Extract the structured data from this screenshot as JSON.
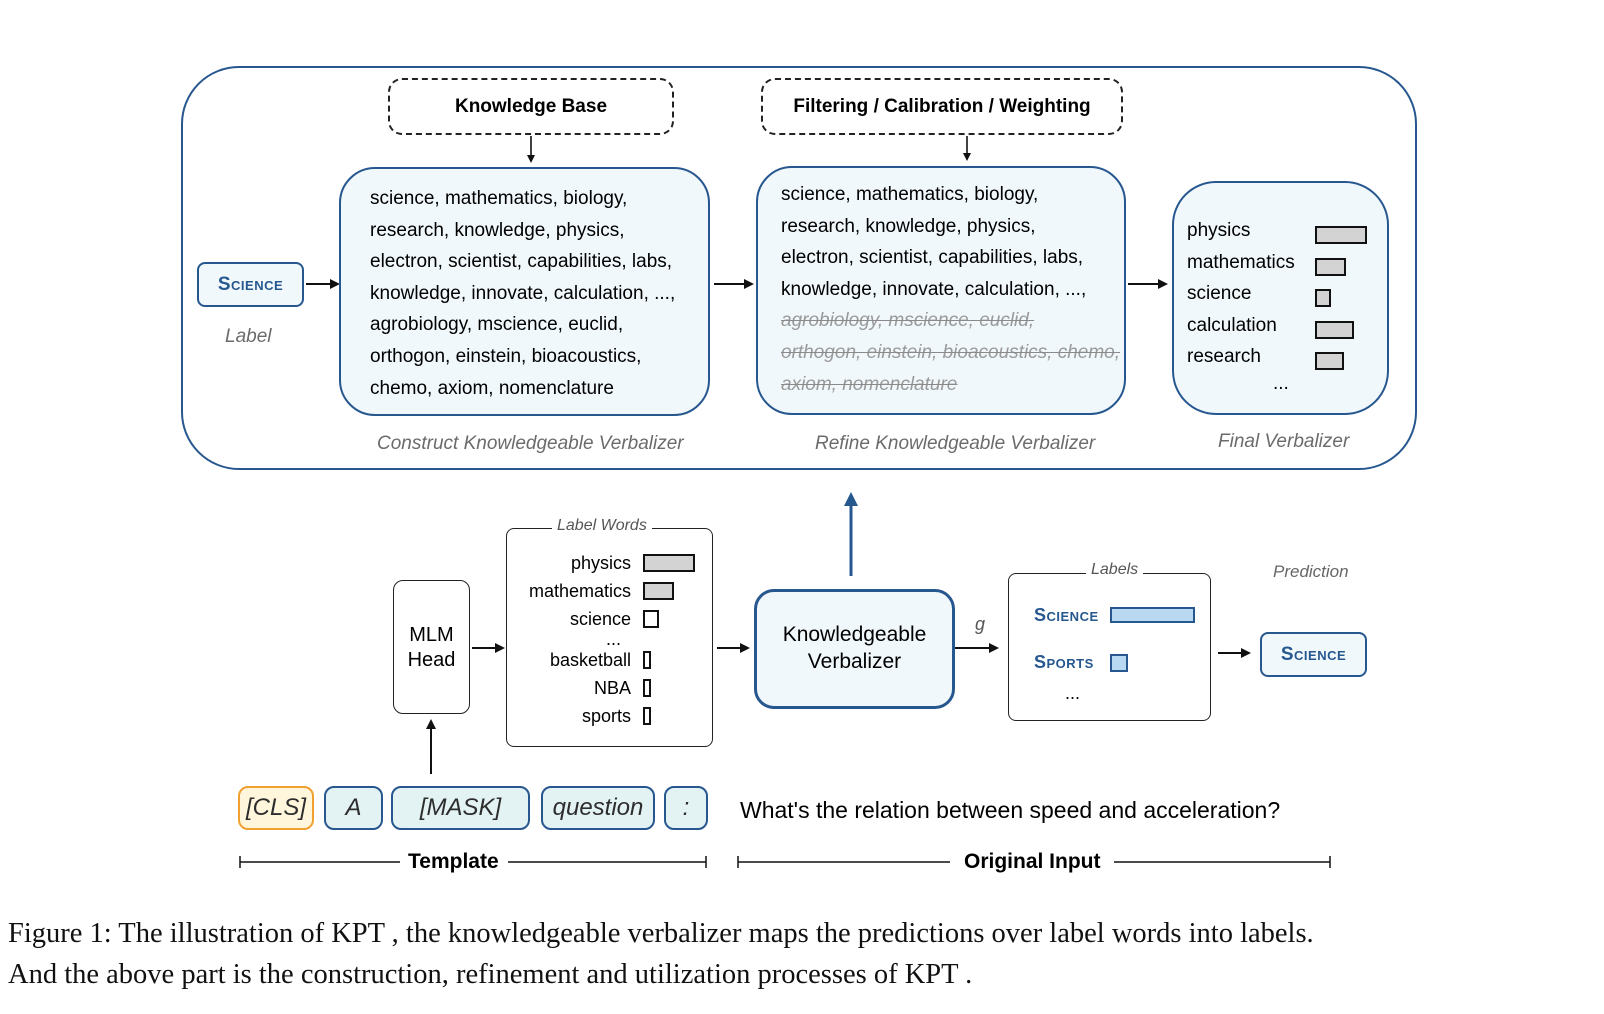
{
  "top": {
    "knowledge_base": "Knowledge Base",
    "filtering": "Filtering / Calibration / Weighting",
    "label_chip": "Science",
    "label_caption": "Label",
    "construct_words": [
      "science, mathematics, biology,",
      "research, knowledge, physics,",
      "electron, scientist, capabilities, labs,",
      "knowledge, innovate, calculation, ...,",
      "agrobiology, mscience,  euclid,",
      "orthogon, einstein, bioacoustics,",
      "chemo, axiom, nomenclature"
    ],
    "refine_words_kept": [
      "science, mathematics, biology,",
      "research, knowledge, physics,",
      "electron, scientist, capabilities, labs,",
      "knowledge, innovate, calculation, ...,"
    ],
    "refine_words_removed": [
      "agrobiology, mscience,  euclid,",
      "orthogon, einstein, bioacoustics, chemo,",
      "axiom, nomenclature"
    ],
    "final_words": [
      "physics",
      "mathematics",
      "science",
      "calculation",
      "research"
    ],
    "final_weights": [
      1.0,
      0.6,
      0.3,
      0.75,
      0.55
    ],
    "final_ellipsis": "...",
    "construct_caption": "Construct Knowledgeable Verbalizer",
    "refine_caption": "Refine Knowledgeable Verbalizer",
    "final_caption": "Final Verbalizer"
  },
  "bottom": {
    "mlm_head": [
      "MLM",
      "Head"
    ],
    "label_words_title": "Label Words",
    "label_words": [
      "physics",
      "mathematics",
      "science",
      "...",
      "basketball",
      "NBA",
      "sports"
    ],
    "label_word_probs": [
      1.0,
      0.6,
      0.3,
      null,
      0.15,
      0.05,
      0.15
    ],
    "kv_text": [
      "Knowledgeable",
      "Verbalizer"
    ],
    "g_label": "g",
    "labels_title": "Labels",
    "labels": [
      "Science",
      "Sports"
    ],
    "label_scores": [
      1.0,
      0.2
    ],
    "labels_ellipsis": "...",
    "prediction_title": "Prediction",
    "prediction": "Science",
    "tokens": [
      "[CLS]",
      "A",
      "[MASK]",
      "question",
      ":"
    ],
    "input_text": "What's the relation between speed and acceleration?",
    "template_label": "Template",
    "original_input_label": "Original Input"
  },
  "caption": {
    "line1": "Figure 1: The illustration of KPT , the knowledgeable verbalizer maps the predictions over label words into labels.",
    "line2": "And the above part is the construction, refinement and utilization processes of KPT ."
  },
  "colors": {
    "accent": "#27578f",
    "box_fill": "#f0f8fb",
    "bar_gray": "#d3d3d3",
    "bar_blue": "#b9d9f3",
    "cls_border": "#f0a030"
  }
}
